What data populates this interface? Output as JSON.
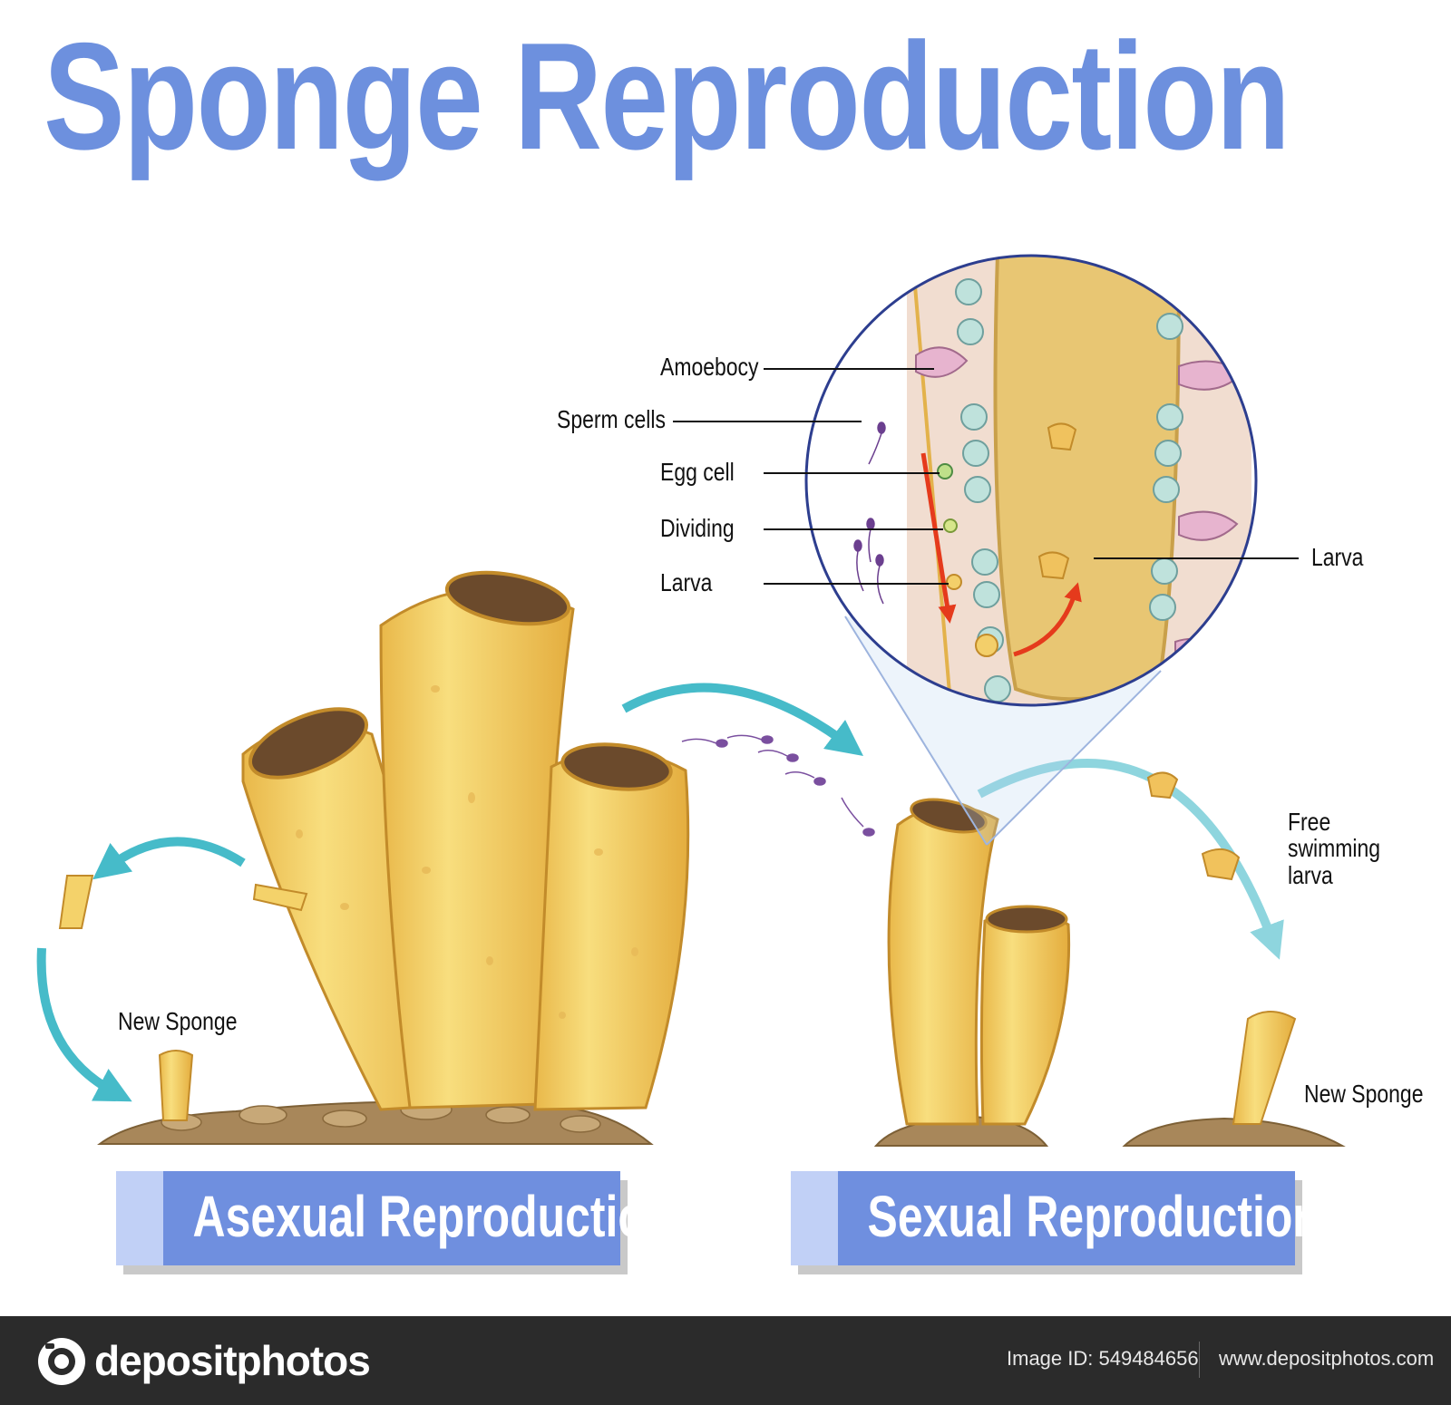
{
  "title": "Sponge Reproduction",
  "labels": {
    "amoebocyte": "Amoebocy",
    "sperm_cells": "Sperm cells",
    "egg_cell": "Egg cell",
    "dividing": "Dividing",
    "larva_left": "Larva",
    "larva_right": "Larva",
    "free_swimming": [
      "Free",
      "swimming",
      "larva"
    ],
    "new_sponge_left": "New Sponge",
    "new_sponge_right": "New Sponge"
  },
  "banners": {
    "asexual": "Asexual Reproduction",
    "sexual": "Sexual Reproduction"
  },
  "footer": {
    "brand": "depositphotos",
    "image_id": "Image ID: 549484656",
    "site": "www.depositphotos.com"
  },
  "colors": {
    "title": "#6d90de",
    "banner": "#6f8fdf",
    "banner_tab": "#c1d0f6",
    "sponge": "#f5d56e",
    "arrow": "#33b4c4",
    "footer": "#2b2b2b"
  }
}
